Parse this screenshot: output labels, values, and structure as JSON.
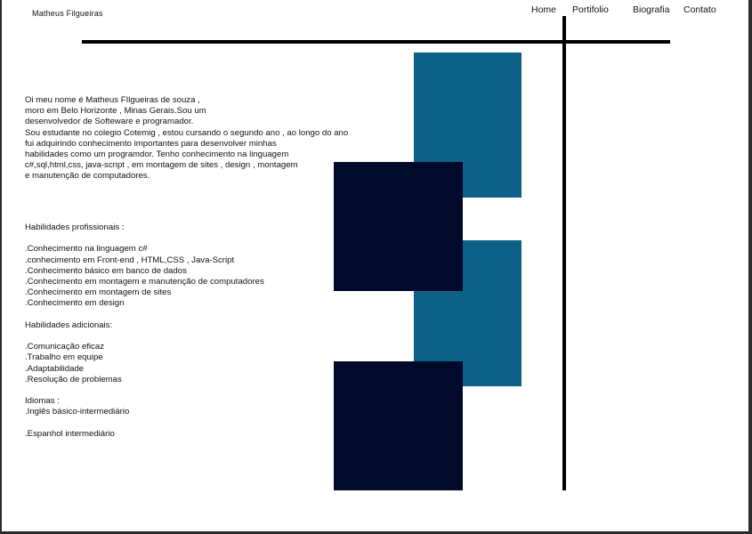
{
  "header": {
    "logo": "Matheus  Filgueiras",
    "nav": [
      "Home",
      "Portifolio",
      "Biografia",
      "Contato"
    ]
  },
  "intro": [
    " Oi meu nome é Matheus FIlgueiras de souza ,",
    " moro em Belo Horizonte , Minas Gerais.Sou um",
    "  desenvolvedor de Softeware e programador.",
    "Sou estudante no colegio Cotemig , estou  cursando o segundo ano , ao longo do ano",
    "fui adquirindo  conhecimento importantes  para desenvolver minhas",
    "habilidades como um programdor. Tenho conhecimento na linguagem",
    "c#,sql,html,css, java-script , em montagem de sites , design , montagem",
    "e manutenção de computadores."
  ],
  "skills": [
    "Habilidades profissionais :",
    "",
    ".Conhecimento na linguagem c#",
    ".conhecimento em Front-end , HTML,CSS , Java-Script",
    ".Conhecimento básico em banco de dados",
    ".Conhecimento em montagem e manutenção de computadores",
    ".Conhecimento em montagem de sites",
    ".Conhecimento em design",
    "",
    "Habilidades adicionais:",
    "",
    ".Comunicação eficaz",
    ".Trabalho em equipe",
    ".Adaptabilidade",
    ".Resolução de problemas",
    "",
    "Idiomas :",
    ".Inglês básico-intermediário",
    "",
    ".Espanhol intermediário"
  ],
  "colors": {
    "teal": "#0d6187",
    "navy": "#010a2a"
  }
}
